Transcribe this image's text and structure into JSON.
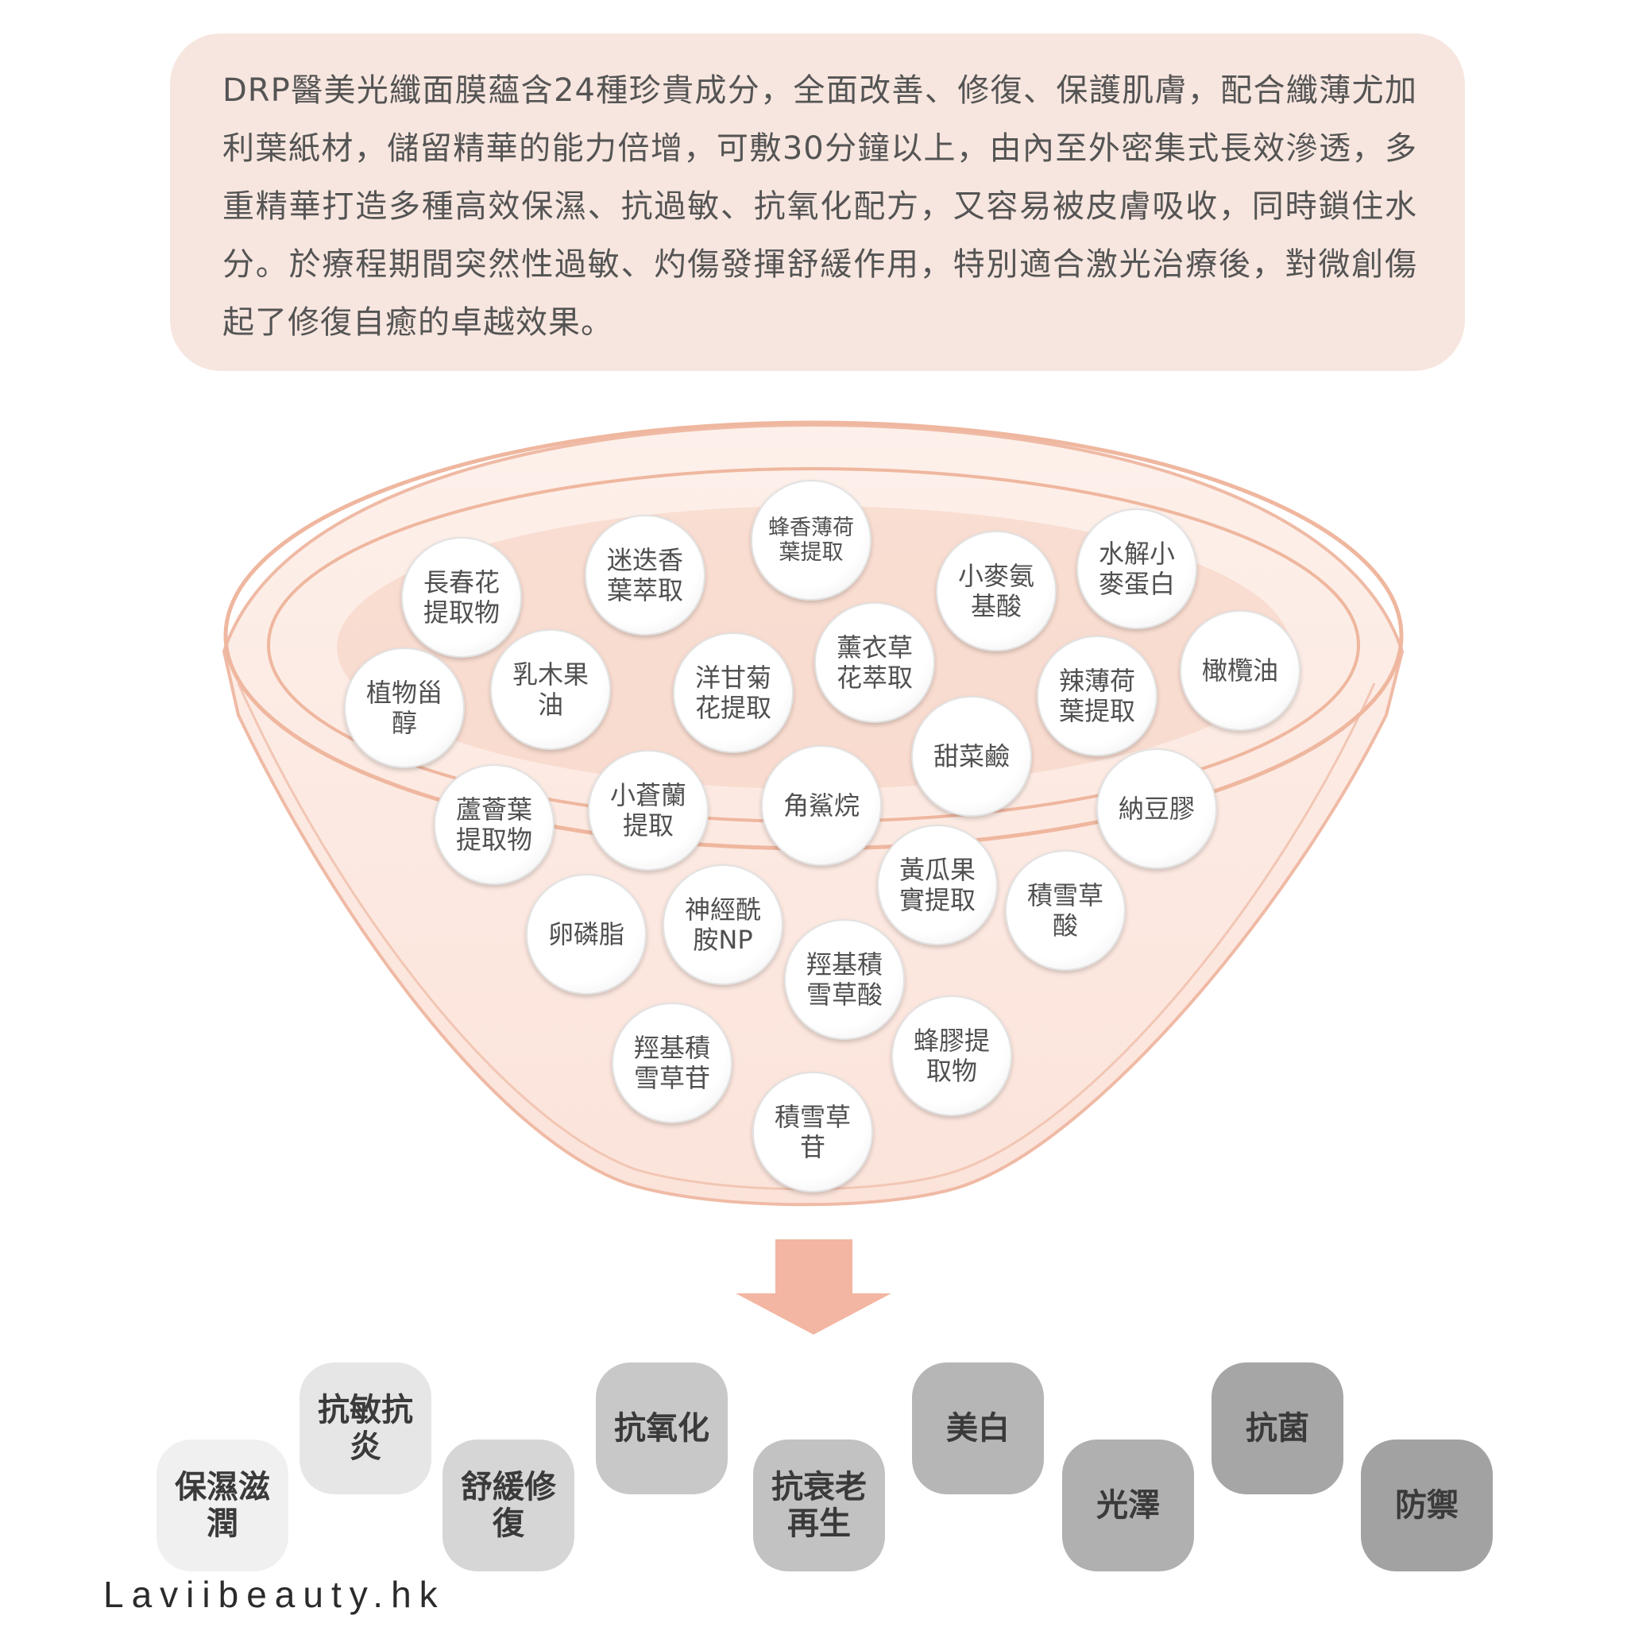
{
  "intro": {
    "text": "DRP醫美光纖面膜蘊含24種珍貴成分，全面改善、修復、保護肌膚，配合纖薄尤加利葉紙材，儲留精華的能力倍增，可敷30分鐘以上，由內至外密集式長效滲透，多重精華打造多種高效保濕、抗過敏、抗氧化配方，又容易被皮膚吸收，同時鎖住水分。於療程期間突然性過敏、灼傷發揮舒緩作用，特別適合激光治療後，對微創傷起了修復自癒的卓越效果。"
  },
  "ingredients": [
    {
      "label": "蜂香薄荷葉提取"
    },
    {
      "label": "長春花提取物"
    },
    {
      "label": "迷迭香葉萃取"
    },
    {
      "label": "小麥氨基酸"
    },
    {
      "label": "水解小麥蛋白"
    },
    {
      "label": "薰衣草花萃取"
    },
    {
      "label": "橄欖油"
    },
    {
      "label": "植物甾醇"
    },
    {
      "label": "乳木果油"
    },
    {
      "label": "洋甘菊花提取"
    },
    {
      "label": "辣薄荷葉提取"
    },
    {
      "label": "甜菜鹼"
    },
    {
      "label": "蘆薈葉提取物"
    },
    {
      "label": "小蒼蘭提取"
    },
    {
      "label": "角鯊烷"
    },
    {
      "label": "納豆膠"
    },
    {
      "label": "黃瓜果實提取"
    },
    {
      "label": "積雪草酸"
    },
    {
      "label": "卵磷脂"
    },
    {
      "label": "神經酰胺NP"
    },
    {
      "label": "羥基積雪草酸"
    },
    {
      "label": "羥基積雪草苷"
    },
    {
      "label": "蜂膠提取物"
    },
    {
      "label": "積雪草苷"
    }
  ],
  "benefits": [
    {
      "label": "保濕滋潤",
      "color": "#f0f0f0"
    },
    {
      "label": "抗敏抗炎",
      "color": "#e6e6e6"
    },
    {
      "label": "舒緩修復",
      "color": "#d6d6d6"
    },
    {
      "label": "抗氧化",
      "color": "#c8c8c8"
    },
    {
      "label": "抗衰老再生",
      "color": "#c2c2c2"
    },
    {
      "label": "美白",
      "color": "#b6b6b6"
    },
    {
      "label": "光澤",
      "color": "#b0b0b0"
    },
    {
      "label": "抗菌",
      "color": "#a6a6a6"
    },
    {
      "label": "防禦",
      "color": "#a2a2a2"
    }
  ],
  "watermark": "Laviibeauty.hk",
  "colors": {
    "intro_bg": "#f7e6df",
    "funnel_fill": "#fbe9e2",
    "funnel_stroke": "#efbaa5",
    "arrow": "#f2b6a2"
  }
}
